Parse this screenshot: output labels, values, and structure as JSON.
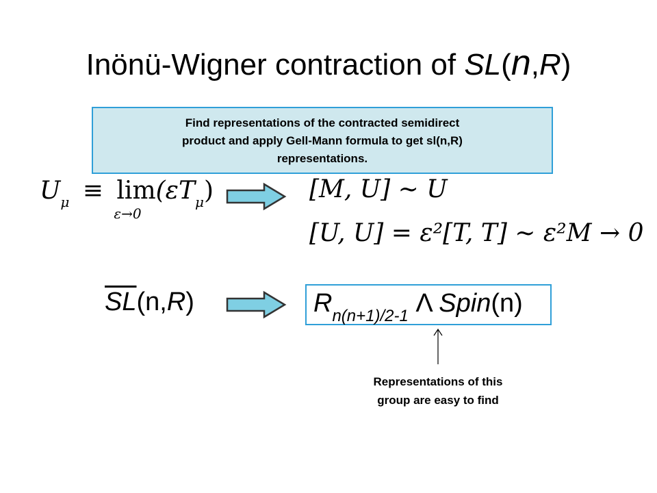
{
  "title": {
    "prefix": "Inönü-Wigner contraction of ",
    "group": "SL",
    "open": "(",
    "n": "n",
    "comma": ",",
    "R": "R",
    "close": ")"
  },
  "callout": {
    "line1": "Find representations of the contracted semidirect",
    "line2": "product and apply Gell-Mann formula to get sl(n,R)",
    "line3": "representations."
  },
  "equations": {
    "def_lhs": "U",
    "def_lhs_sub": "μ",
    "equiv": "≡",
    "lim": "lim",
    "lim_sub": "ε→0",
    "def_rhs": "(εT",
    "def_rhs_sub": "μ",
    "def_rhs_close": ")",
    "comm1": "[M, U] ~ U",
    "comm2": "[U, U] = ε²[T, T] ~ ε²M → 0"
  },
  "groups": {
    "left_over": "SL",
    "left_rest": "(n,",
    "left_R": "R",
    "left_close": ")",
    "right_R": "R",
    "right_sub": "n(n+1)/2-1",
    "right_wedge": " Λ ",
    "right_spin": "Spin",
    "right_n": "(n)"
  },
  "note": {
    "line1": "Representations of this",
    "line2": "group are easy to find"
  }
}
